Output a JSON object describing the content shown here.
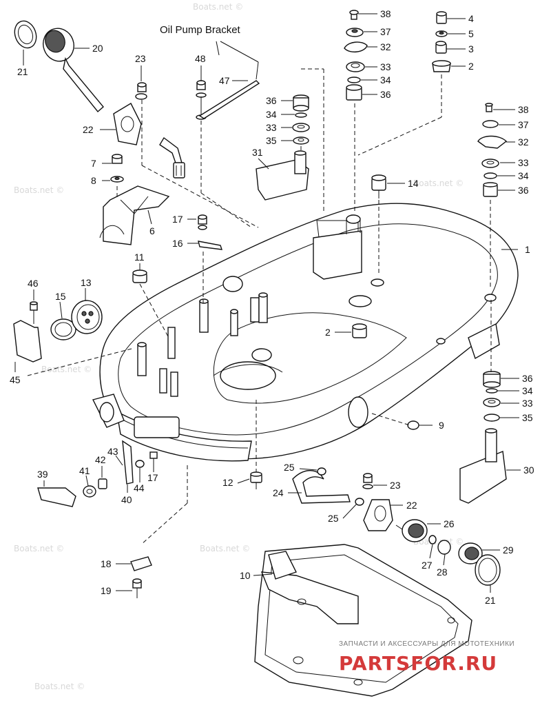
{
  "diagram": {
    "bracket_label": "Oil Pump Bracket",
    "callouts": [
      {
        "id": "c38a",
        "text": "38"
      },
      {
        "id": "c37a",
        "text": "37"
      },
      {
        "id": "c32a",
        "text": "32"
      },
      {
        "id": "c33a",
        "text": "33"
      },
      {
        "id": "c34a",
        "text": "34"
      },
      {
        "id": "c36a",
        "text": "36"
      },
      {
        "id": "c4",
        "text": "4"
      },
      {
        "id": "c5",
        "text": "5"
      },
      {
        "id": "c3",
        "text": "3"
      },
      {
        "id": "c2a",
        "text": "2"
      },
      {
        "id": "c20",
        "text": "20"
      },
      {
        "id": "c21a",
        "text": "21"
      },
      {
        "id": "c23a",
        "text": "23"
      },
      {
        "id": "c48",
        "text": "48"
      },
      {
        "id": "c47",
        "text": "47"
      },
      {
        "id": "c36b",
        "text": "36"
      },
      {
        "id": "c34b",
        "text": "34"
      },
      {
        "id": "c33b",
        "text": "33"
      },
      {
        "id": "c35a",
        "text": "35"
      },
      {
        "id": "c31",
        "text": "31"
      },
      {
        "id": "c22a",
        "text": "22"
      },
      {
        "id": "c7",
        "text": "7"
      },
      {
        "id": "c8",
        "text": "8"
      },
      {
        "id": "c6",
        "text": "6"
      },
      {
        "id": "c38b",
        "text": "38"
      },
      {
        "id": "c37b",
        "text": "37"
      },
      {
        "id": "c32b",
        "text": "32"
      },
      {
        "id": "c33c",
        "text": "33"
      },
      {
        "id": "c34c",
        "text": "34"
      },
      {
        "id": "c36c",
        "text": "36"
      },
      {
        "id": "c14",
        "text": "14"
      },
      {
        "id": "c17a",
        "text": "17"
      },
      {
        "id": "c16",
        "text": "16"
      },
      {
        "id": "c1",
        "text": "1"
      },
      {
        "id": "c11",
        "text": "11"
      },
      {
        "id": "c46",
        "text": "46"
      },
      {
        "id": "c15",
        "text": "15"
      },
      {
        "id": "c13",
        "text": "13"
      },
      {
        "id": "c45",
        "text": "45"
      },
      {
        "id": "c2b",
        "text": "2"
      },
      {
        "id": "c36d",
        "text": "36"
      },
      {
        "id": "c34d",
        "text": "34"
      },
      {
        "id": "c33d",
        "text": "33"
      },
      {
        "id": "c35b",
        "text": "35"
      },
      {
        "id": "c9",
        "text": "9"
      },
      {
        "id": "c30",
        "text": "30"
      },
      {
        "id": "c39",
        "text": "39"
      },
      {
        "id": "c43",
        "text": "43"
      },
      {
        "id": "c42",
        "text": "42"
      },
      {
        "id": "c41",
        "text": "41"
      },
      {
        "id": "c40",
        "text": "40"
      },
      {
        "id": "c44",
        "text": "44"
      },
      {
        "id": "c17b",
        "text": "17"
      },
      {
        "id": "c12",
        "text": "12"
      },
      {
        "id": "c25a",
        "text": "25"
      },
      {
        "id": "c24",
        "text": "24"
      },
      {
        "id": "c25b",
        "text": "25"
      },
      {
        "id": "c23b",
        "text": "23"
      },
      {
        "id": "c22b",
        "text": "22"
      },
      {
        "id": "c26",
        "text": "26"
      },
      {
        "id": "c29",
        "text": "29"
      },
      {
        "id": "c27",
        "text": "27"
      },
      {
        "id": "c28",
        "text": "28"
      },
      {
        "id": "c21b",
        "text": "21"
      },
      {
        "id": "c18",
        "text": "18"
      },
      {
        "id": "c10",
        "text": "10"
      },
      {
        "id": "c19",
        "text": "19"
      }
    ]
  },
  "watermark": {
    "text": "Boats.net ©"
  },
  "branding": {
    "tagline": "ЗАПЧАСТИ И АКСЕССУАРЫ ДЛЯ МОТОТЕХНИКИ",
    "logo": "PARTSFOR.RU",
    "logo_color": "#d43a3a"
  }
}
